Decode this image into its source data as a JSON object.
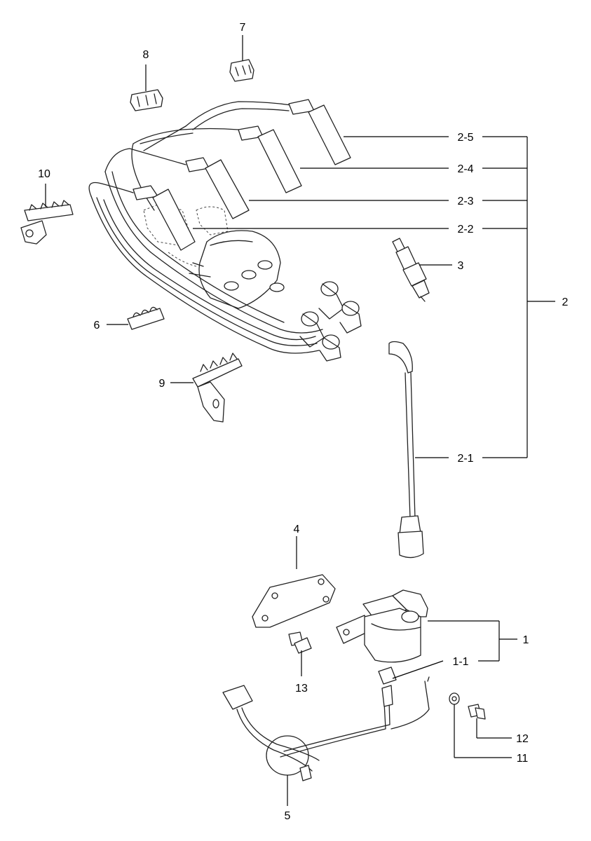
{
  "diagram": {
    "callouts": {
      "c1": "1",
      "c1_1": "1-1",
      "c2": "2",
      "c2_1": "2-1",
      "c2_2": "2-2",
      "c2_3": "2-3",
      "c2_4": "2-4",
      "c2_5": "2-5",
      "c3": "3",
      "c4": "4",
      "c5": "5",
      "c6": "6",
      "c7": "7",
      "c8": "8",
      "c9": "9",
      "c10": "10",
      "c11": "11",
      "c12": "12",
      "c13": "13"
    },
    "colors": {
      "line": "#222222",
      "background": "#ffffff"
    }
  }
}
